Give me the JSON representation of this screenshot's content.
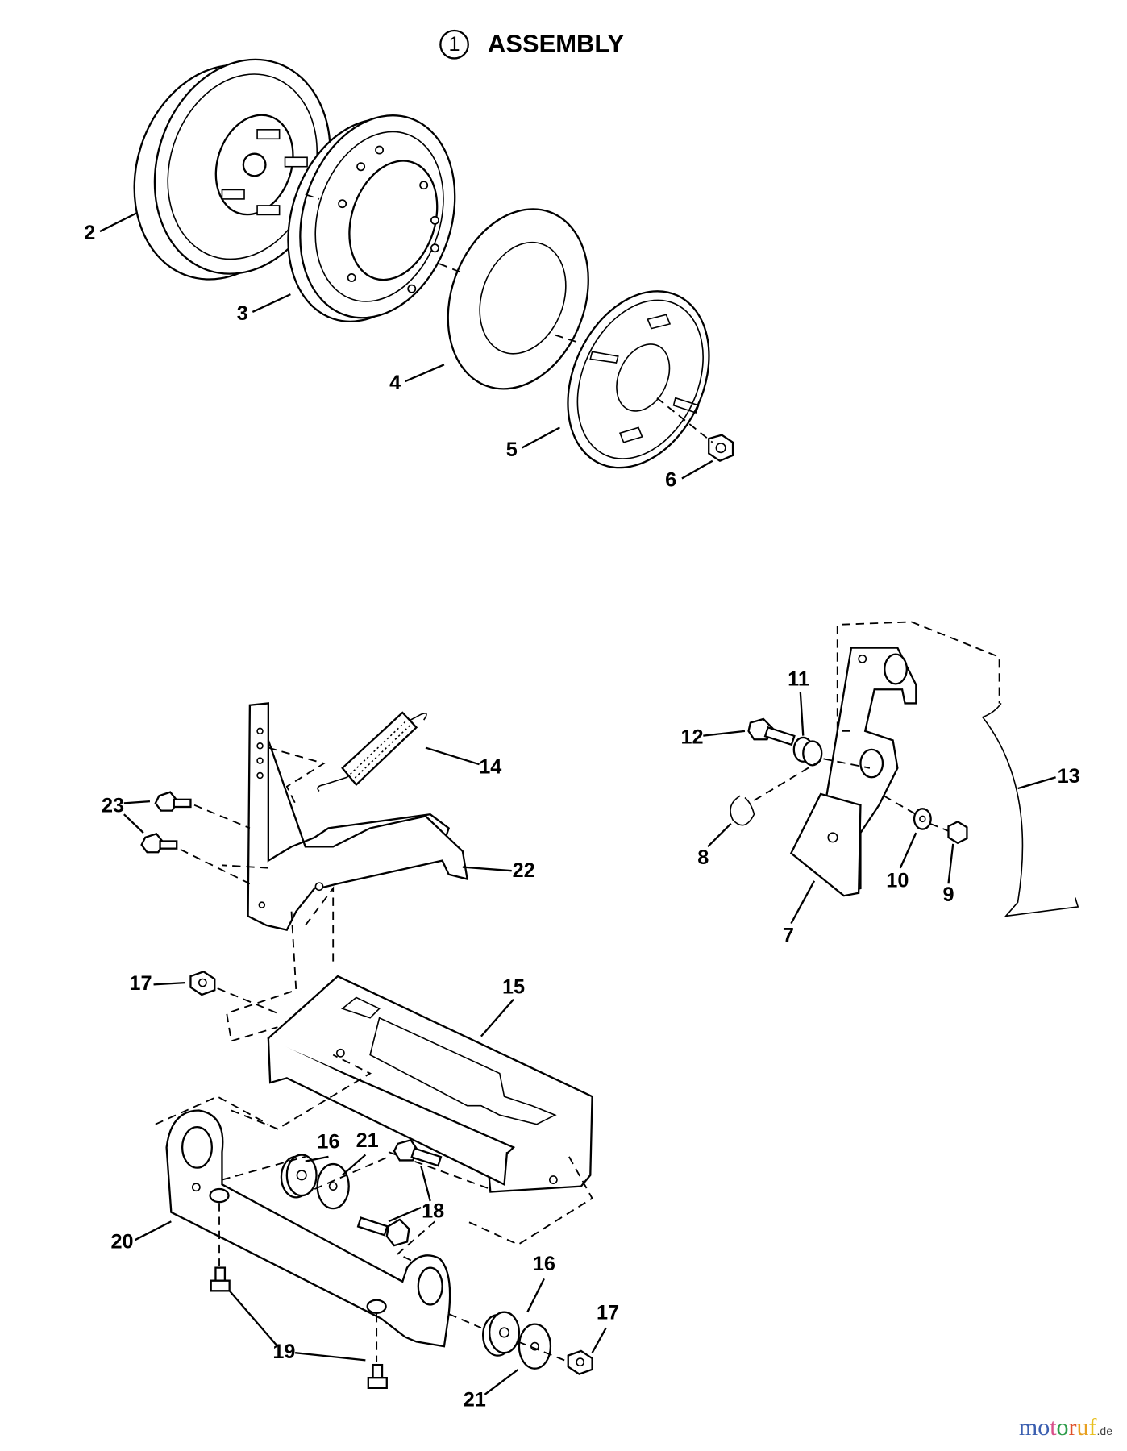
{
  "title": {
    "number": "1",
    "text": "ASSEMBLY"
  },
  "callouts": [
    "2",
    "3",
    "4",
    "5",
    "6",
    "11",
    "12",
    "14",
    "13",
    "23",
    "22",
    "8",
    "10",
    "9",
    "7",
    "17",
    "15",
    "16",
    "21",
    "18",
    "20",
    "16",
    "17",
    "19",
    "21"
  ],
  "watermark": {
    "text": "motoruf",
    "suffix": ".de",
    "letter_colors": [
      "#3b5fb0",
      "#3b5fb0",
      "#d94f8a",
      "#2e9c4a",
      "#e0502a",
      "#e8a020",
      "#e8c020"
    ]
  }
}
